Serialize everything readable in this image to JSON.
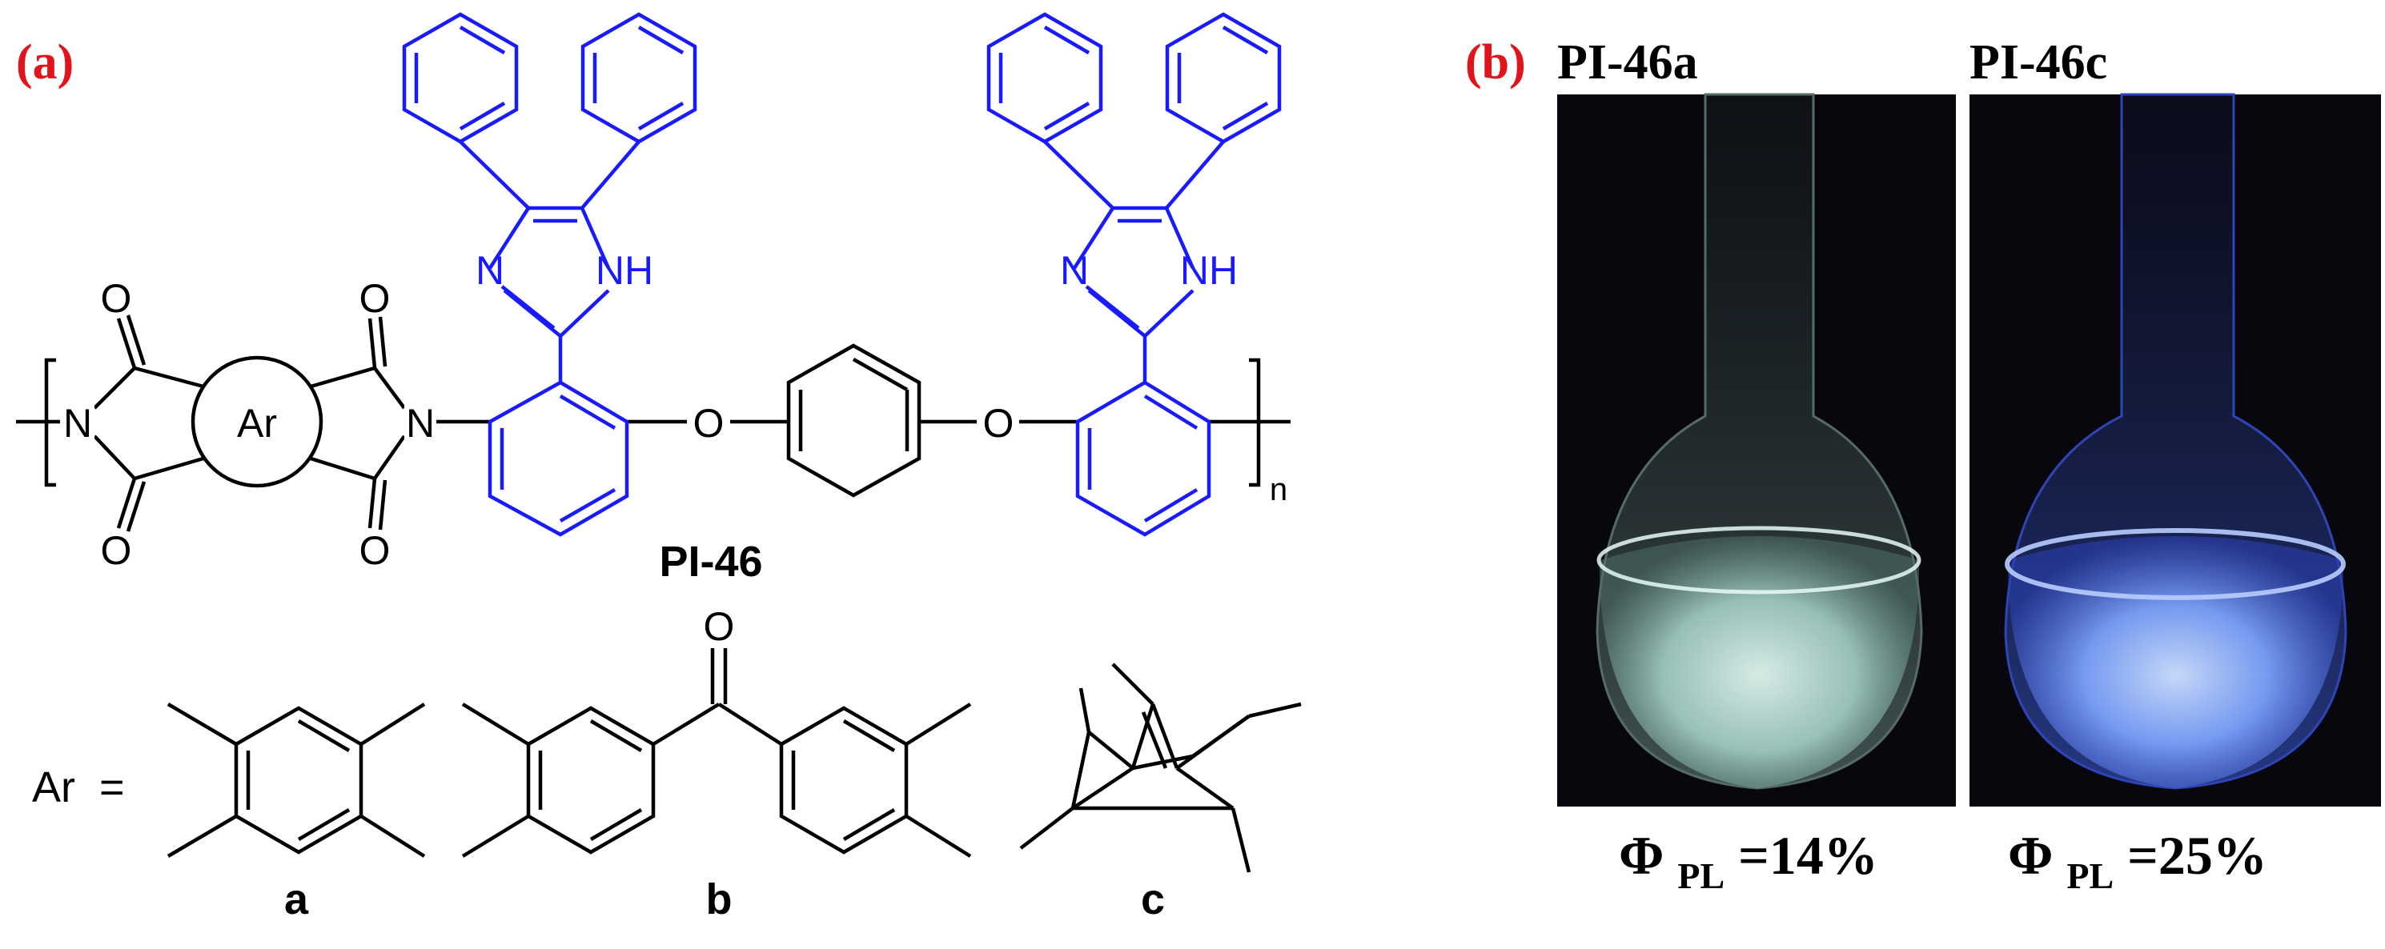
{
  "panel_a": {
    "tag": "(a)",
    "atoms": {
      "n_imide_left": "N",
      "n_imide_right": "N",
      "ar": "Ar",
      "o_carbonyl_1": "O",
      "o_carbonyl_2": "O",
      "o_carbonyl_3": "O",
      "o_carbonyl_4": "O",
      "o_ether_1": "O",
      "o_ether_2": "O",
      "imidazole_1_n": "N",
      "imidazole_1_nh": "NH",
      "imidazole_2_n": "N",
      "imidazole_2_nh": "NH",
      "o_ketone": "O"
    },
    "repeat_subscript": "n",
    "polymer_label": "PI-46",
    "ar_equals": "Ar  =",
    "variant_labels": [
      "a",
      "b",
      "c"
    ]
  },
  "panel_b": {
    "tag": "(b)",
    "photos": [
      {
        "title": "PI-46a",
        "phi_symbol": "Φ",
        "phi_subscript": "PL",
        "phi_value": "=14%"
      },
      {
        "title": "PI-46c",
        "phi_symbol": "Φ",
        "phi_subscript": "PL",
        "phi_value": "=25%"
      }
    ]
  },
  "colors": {
    "tag_red": "#e0141a",
    "blue": "#1a1aff",
    "black": "#000000",
    "photo_bg": "#07070d",
    "glow_a": "#bfe4dc",
    "glow_c": "#5a8cff"
  }
}
